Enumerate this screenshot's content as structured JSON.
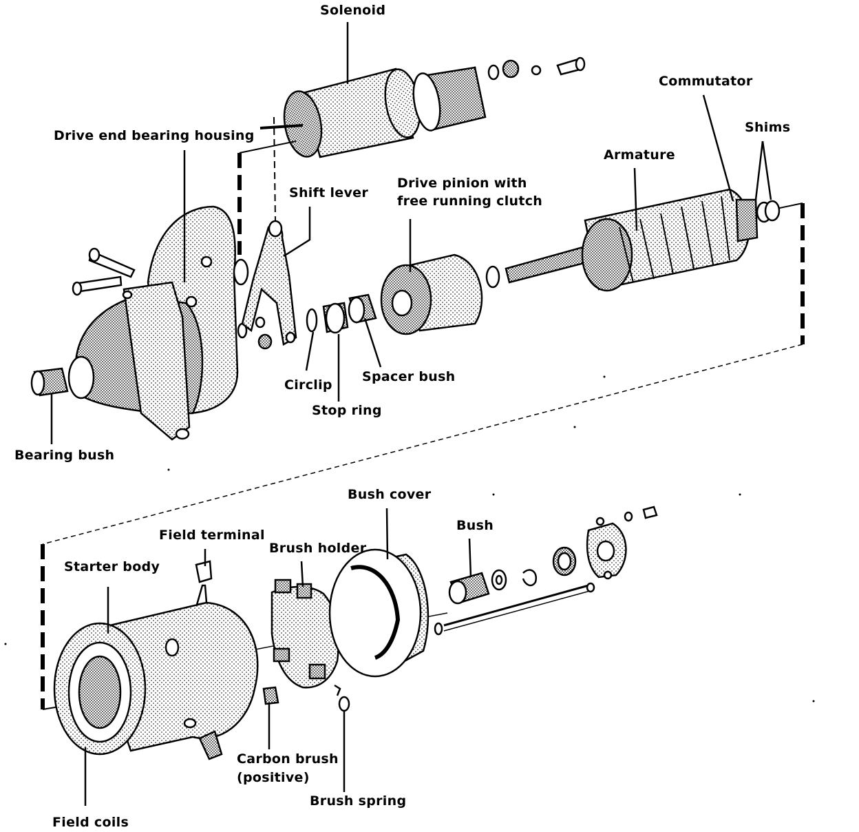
{
  "labels": {
    "solenoid": "Solenoid",
    "commutator": "Commutator",
    "shims": "Shims",
    "drive_end_bearing_housing": "Drive end bearing housing",
    "armature": "Armature",
    "shift_lever": "Shift lever",
    "drive_pinion_line1": "Drive pinion with",
    "drive_pinion_line2": "free running clutch",
    "circlip": "Circlip",
    "spacer_bush": "Spacer bush",
    "stop_ring": "Stop ring",
    "bearing_bush": "Bearing bush",
    "bush_cover": "Bush cover",
    "bush": "Bush",
    "field_terminal": "Field terminal",
    "brush_holder": "Brush holder",
    "starter_body": "Starter body",
    "carbon_brush_line1": "Carbon brush",
    "carbon_brush_line2": "(positive)",
    "brush_spring": "Brush spring",
    "field_coils": "Field coils"
  }
}
